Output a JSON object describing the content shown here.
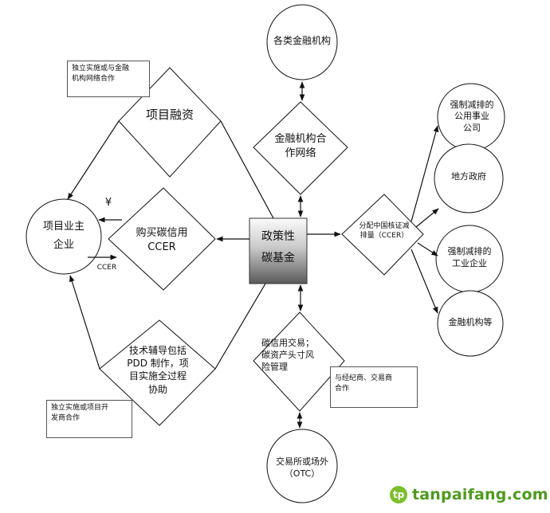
{
  "fund": {
    "label": "政策性\n碳基金"
  },
  "nodes": {
    "project_owner": "项目业主\n企业",
    "project_finance": "项目融资",
    "buy_ccer": "购买碳信用\nCCER",
    "technical_support": "技术辅导包括\nPDD 制作，项\n目实施全过程\n协助",
    "financial_institutions": "各类金融机构",
    "financial_network": "金融机构合\n作网络",
    "distribute_ccer": "分配中国核证减\n排量（CCER）",
    "carbon_trading": "碳信用交易；\n碳资产头寸风\n险管理",
    "exchange_otc": "交易所或场外\n（OTC）",
    "utilities": "强制减排的\n公用事业\n公司",
    "local_government": "地方政府",
    "industrial": "强制减排的\n工业企业",
    "financial_orgs": "金融机构等"
  },
  "notes": {
    "independent_financial": "独立实施或与金融\n机构网络合作",
    "independent_developer": "独立实施或项目开\n发商合作",
    "brokers": "与经纪商、交易商\n合作"
  },
  "flow_labels": {
    "yen": "¥",
    "ccer": "CCER"
  },
  "watermark": {
    "text": "tanpaifang.com",
    "mark": "tp"
  }
}
